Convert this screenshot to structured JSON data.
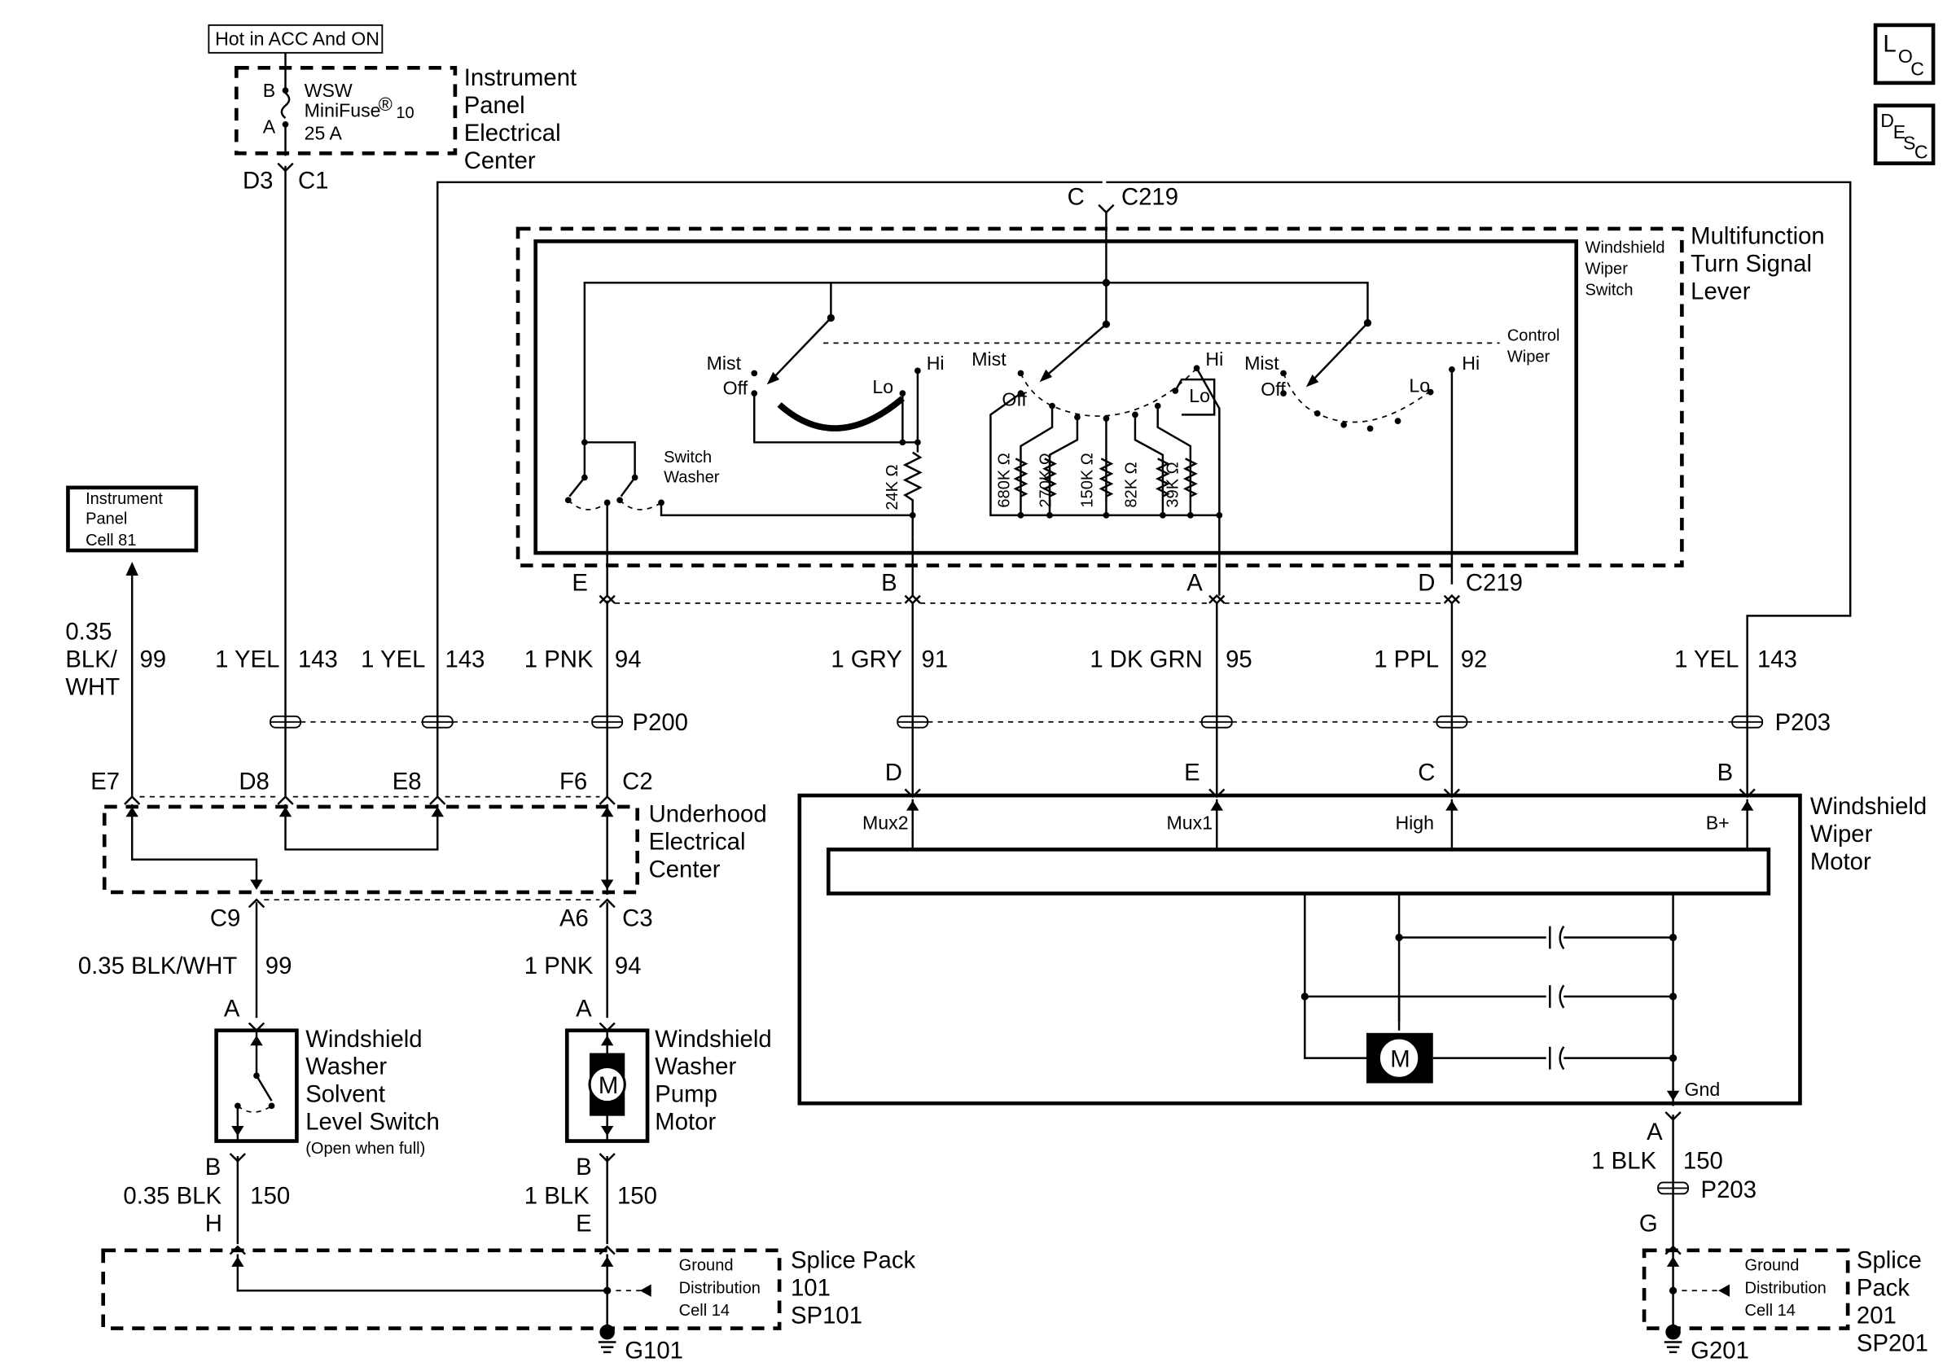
{
  "power_label": "Hot in ACC And ON",
  "fuse": {
    "name": "WSW",
    "type": "MiniFuse",
    "reg": "®",
    "size": "10",
    "rating": "25 A",
    "pin_b": "B",
    "pin_a": "A",
    "conn_d3": "D3",
    "conn_c1": "C1",
    "ipec_title": [
      "Instrument",
      "Panel",
      "Electrical",
      "Center"
    ]
  },
  "loc_icon": {
    "l": "L",
    "o": "O",
    "c": "C"
  },
  "desc_icon": {
    "d": "D",
    "e": "E",
    "s": "S",
    "c": "C"
  },
  "ipc_box": [
    "Instrument",
    "Panel",
    "Cell 81"
  ],
  "switch": {
    "conn_top_pin": "C",
    "conn_top": "C219",
    "conn_bottom": "C219",
    "lever_title": [
      "Multifunction",
      "Turn Signal",
      "Lever"
    ],
    "inner_title": [
      "Windshield",
      "Wiper",
      "Switch"
    ],
    "control_label": [
      "Control",
      "Wiper"
    ],
    "washer_label": [
      "Switch",
      "Washer"
    ],
    "mist": "Mist",
    "off": "Off",
    "lo": "Lo",
    "hi": "Hi",
    "r24": "24K Ω",
    "r680": "680K Ω",
    "r270": "270K Ω",
    "r150": "150K Ω",
    "r82": "82K Ω",
    "r39": "39K Ω",
    "pin_e": "E",
    "pin_b": "B",
    "pin_a": "A",
    "pin_d": "D"
  },
  "wires": {
    "w99_a": "0.35",
    "w99_b": "BLK/",
    "w99_c": "WHT",
    "c99": "99",
    "yel1": "1 YEL",
    "c143a": "143",
    "yel2": "1 YEL",
    "c143b": "143",
    "pnk": "1 PNK",
    "c94": "94",
    "gry": "1 GRY",
    "c91": "91",
    "dkgrn": "1 DK GRN",
    "c95": "95",
    "ppl": "1 PPL",
    "c92": "92",
    "yel3": "1 YEL",
    "c143c": "143",
    "p200": "P200",
    "p203": "P203"
  },
  "uec": {
    "title": [
      "Underhood",
      "Electrical",
      "Center"
    ],
    "e7": "E7",
    "d8": "D8",
    "e8": "E8",
    "f6": "F6",
    "c2": "C2",
    "c9": "C9",
    "a6": "A6",
    "c3": "C3"
  },
  "motor": {
    "title": [
      "Windshield",
      "Wiper",
      "Motor"
    ],
    "pin_d": "D",
    "pin_e": "E",
    "pin_c": "C",
    "pin_b": "B",
    "mux2": "Mux2",
    "mux1": "Mux1",
    "high": "High",
    "bplus": "B+",
    "gnd": "Gnd",
    "m": "M",
    "pin_a": "A",
    "blk": "1 BLK",
    "c150": "150",
    "p203": "P203",
    "pin_g": "G"
  },
  "lower": {
    "w99": "0.35 BLK/WHT",
    "c99": "99",
    "pnk": "1 PNK",
    "c94": "94",
    "pin_a1": "A",
    "pin_a2": "A",
    "level_title": [
      "Windshield",
      "Washer",
      "Solvent",
      "Level Switch"
    ],
    "level_note": "(Open when full)",
    "pump_title": [
      "Windshield",
      "Washer",
      "Pump",
      "Motor"
    ],
    "m": "M",
    "pin_b1": "B",
    "pin_b2": "B",
    "blk035": "0.35 BLK",
    "c150a": "150",
    "blk1": "1 BLK",
    "c150b": "150",
    "pin_h": "H",
    "pin_e": "E"
  },
  "splice101": {
    "gd": [
      "Ground",
      "Distribution",
      "Cell 14"
    ],
    "title": [
      "Splice Pack",
      "101",
      "SP101"
    ],
    "ground": "G101"
  },
  "splice201": {
    "gd": [
      "Ground",
      "Distribution",
      "Cell 14"
    ],
    "title": [
      "Splice",
      "Pack",
      "201",
      "SP201"
    ],
    "ground": "G201"
  }
}
